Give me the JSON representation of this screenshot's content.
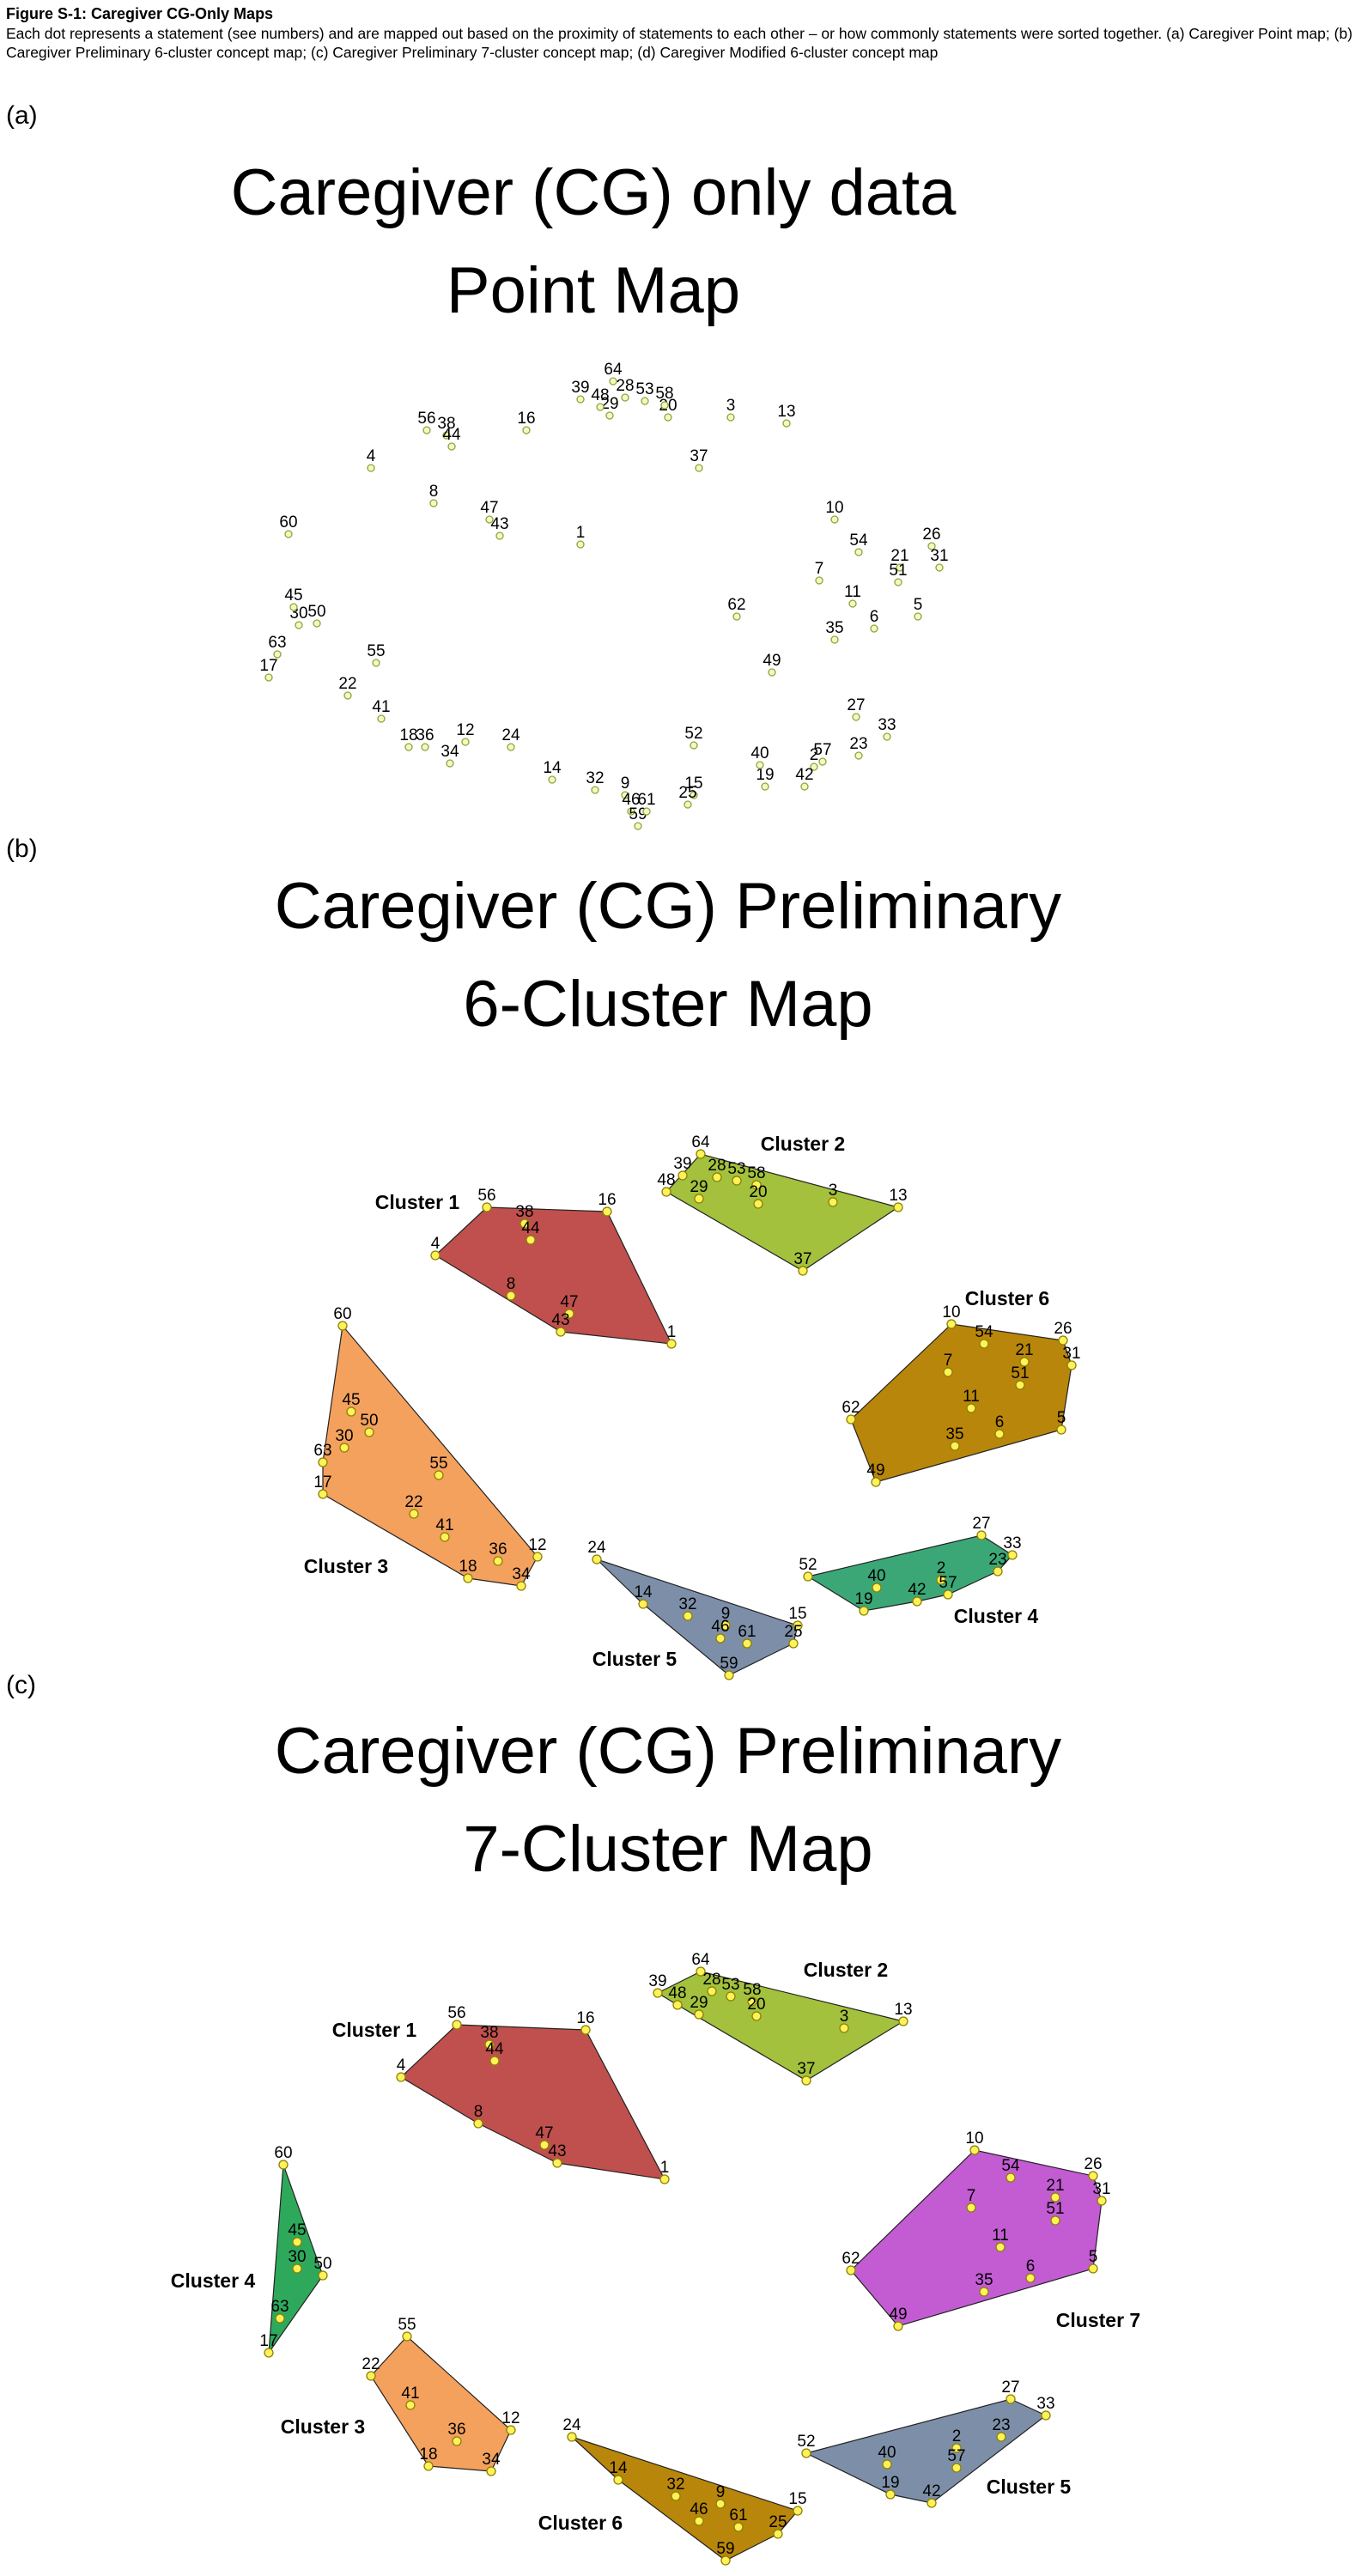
{
  "caption": {
    "title": "Figure S-1: Caregiver CG-Only Maps",
    "body": "Each dot represents a statement (see numbers) and are mapped out based on the proximity of statements to each other – or how commonly statements were sorted together. (a) Caregiver Point map; (b) Caregiver Preliminary 6-cluster concept map; (c) Caregiver Preliminary 7-cluster concept map; (d) Caregiver Modified 6-cluster concept map"
  },
  "panels": [
    {
      "label": "(a)",
      "title_line1": "Caregiver (CG) only data",
      "title_line2": "Point Map"
    },
    {
      "label": "(b)",
      "title_line1": "Caregiver (CG) Preliminary",
      "title_line2": "6-Cluster Map"
    },
    {
      "label": "(c)",
      "title_line1": "Caregiver (CG) Preliminary",
      "title_line2": "7-Cluster Map"
    }
  ],
  "chart_data": [
    {
      "type": "scatter",
      "name": "point-map",
      "title": "Caregiver (CG) only data Point Map",
      "dot_fill": "#F4F8C2",
      "dot_stroke": "#93A23B",
      "dot_radius": 4,
      "label_font_size": 19,
      "points": [
        [
          1,
          676,
          634
        ],
        [
          2,
          948,
          893
        ],
        [
          3,
          851,
          486
        ],
        [
          4,
          432,
          545
        ],
        [
          5,
          1069,
          718
        ],
        [
          6,
          1018,
          732
        ],
        [
          7,
          954,
          676
        ],
        [
          8,
          505,
          586
        ],
        [
          9,
          728,
          926
        ],
        [
          10,
          972,
          605
        ],
        [
          11,
          993,
          703
        ],
        [
          12,
          542,
          864
        ],
        [
          13,
          916,
          493
        ],
        [
          14,
          643,
          908
        ],
        [
          15,
          808,
          926
        ],
        [
          16,
          613,
          501
        ],
        [
          17,
          313,
          789
        ],
        [
          18,
          476,
          870
        ],
        [
          19,
          891,
          916
        ],
        [
          20,
          778,
          486
        ],
        [
          21,
          1048,
          661
        ],
        [
          22,
          405,
          810
        ],
        [
          23,
          1000,
          880
        ],
        [
          24,
          595,
          870
        ],
        [
          25,
          801,
          937
        ],
        [
          26,
          1085,
          636
        ],
        [
          27,
          997,
          835
        ],
        [
          28,
          728,
          463
        ],
        [
          29,
          710,
          484
        ],
        [
          30,
          348,
          728
        ],
        [
          31,
          1094,
          661
        ],
        [
          32,
          693,
          920
        ],
        [
          33,
          1033,
          858
        ],
        [
          34,
          524,
          889
        ],
        [
          35,
          972,
          745
        ],
        [
          36,
          495,
          870
        ],
        [
          37,
          814,
          545
        ],
        [
          38,
          520,
          507
        ],
        [
          39,
          676,
          465
        ],
        [
          40,
          885,
          891
        ],
        [
          41,
          444,
          837
        ],
        [
          42,
          937,
          916
        ],
        [
          43,
          582,
          624
        ],
        [
          44,
          526,
          520
        ],
        [
          45,
          342,
          707
        ],
        [
          46,
          735,
          945
        ],
        [
          47,
          570,
          605
        ],
        [
          48,
          699,
          474
        ],
        [
          49,
          899,
          783
        ],
        [
          50,
          369,
          726
        ],
        [
          51,
          1046,
          678
        ],
        [
          52,
          808,
          868
        ],
        [
          53,
          751,
          467
        ],
        [
          54,
          1000,
          643
        ],
        [
          55,
          438,
          772
        ],
        [
          56,
          497,
          501
        ],
        [
          57,
          958,
          887
        ],
        [
          58,
          774,
          472
        ],
        [
          59,
          743,
          962
        ],
        [
          60,
          336,
          622
        ],
        [
          61,
          753,
          945
        ],
        [
          62,
          858,
          718
        ],
        [
          63,
          323,
          762
        ],
        [
          64,
          714,
          444
        ]
      ]
    },
    {
      "type": "scatter",
      "name": "six-cluster-map",
      "title": "Caregiver (CG) Preliminary 6-Cluster Map",
      "dot_fill": "#FFF159",
      "dot_stroke": "#8A8000",
      "dot_radius": 5,
      "label_font_size": 19,
      "clusters": [
        {
          "label": "Cluster 1",
          "color": "#C0504D",
          "label_x": 486,
          "label_y": 1408,
          "points": [
            [
              56,
              567,
              1406
            ],
            [
              38,
              611,
              1425
            ],
            [
              44,
              618,
              1444
            ],
            [
              16,
              707,
              1411
            ],
            [
              4,
              507,
              1462
            ],
            [
              8,
              595,
              1509
            ],
            [
              47,
              663,
              1530
            ],
            [
              43,
              653,
              1551
            ],
            [
              1,
              782,
              1565
            ]
          ]
        },
        {
          "label": "Cluster 2",
          "color": "#A3C13C",
          "label_x": 935,
          "label_y": 1340,
          "points": [
            [
              64,
              816,
              1344
            ],
            [
              39,
              795,
              1369
            ],
            [
              28,
              835,
              1371
            ],
            [
              53,
              858,
              1375
            ],
            [
              58,
              881,
              1380
            ],
            [
              48,
              776,
              1388
            ],
            [
              29,
              814,
              1396
            ],
            [
              20,
              883,
              1402
            ],
            [
              3,
              970,
              1400
            ],
            [
              13,
              1046,
              1406
            ],
            [
              37,
              935,
              1480
            ]
          ]
        },
        {
          "label": "Cluster 3",
          "color": "#F4A15D",
          "label_x": 403,
          "label_y": 1832,
          "points": [
            [
              60,
              399,
              1544
            ],
            [
              45,
              409,
              1644
            ],
            [
              50,
              430,
              1668
            ],
            [
              30,
              401,
              1686
            ],
            [
              63,
              376,
              1703
            ],
            [
              55,
              511,
              1718
            ],
            [
              17,
              376,
              1740
            ],
            [
              22,
              482,
              1763
            ],
            [
              41,
              518,
              1790
            ],
            [
              36,
              580,
              1818
            ],
            [
              12,
              626,
              1813
            ],
            [
              18,
              545,
              1838
            ],
            [
              34,
              607,
              1847
            ]
          ]
        },
        {
          "label": "Cluster 4",
          "color": "#3BA777",
          "label_x": 1160,
          "label_y": 1890,
          "points": [
            [
              52,
              941,
              1836
            ],
            [
              27,
              1143,
              1788
            ],
            [
              33,
              1179,
              1811
            ],
            [
              40,
              1021,
              1849
            ],
            [
              2,
              1096,
              1840
            ],
            [
              23,
              1162,
              1830
            ],
            [
              57,
              1104,
              1857
            ],
            [
              42,
              1068,
              1865
            ],
            [
              19,
              1006,
              1876
            ]
          ]
        },
        {
          "label": "Cluster 5",
          "color": "#7D8FA8",
          "label_x": 739,
          "label_y": 1940,
          "points": [
            [
              24,
              695,
              1816
            ],
            [
              14,
              749,
              1868
            ],
            [
              32,
              801,
              1882
            ],
            [
              9,
              845,
              1893
            ],
            [
              15,
              929,
              1893
            ],
            [
              46,
              839,
              1908
            ],
            [
              61,
              870,
              1914
            ],
            [
              25,
              924,
              1914
            ],
            [
              59,
              849,
              1951
            ]
          ]
        },
        {
          "label": "Cluster 6",
          "color": "#B8860B",
          "label_x": 1173,
          "label_y": 1520,
          "points": [
            [
              10,
              1108,
              1542
            ],
            [
              54,
              1146,
              1565
            ],
            [
              21,
              1193,
              1586
            ],
            [
              26,
              1238,
              1561
            ],
            [
              31,
              1248,
              1590
            ],
            [
              51,
              1188,
              1613
            ],
            [
              7,
              1104,
              1598
            ],
            [
              11,
              1131,
              1640
            ],
            [
              62,
              991,
              1653
            ],
            [
              6,
              1164,
              1670
            ],
            [
              5,
              1236,
              1665
            ],
            [
              35,
              1112,
              1684
            ],
            [
              49,
              1020,
              1726
            ]
          ]
        }
      ]
    },
    {
      "type": "scatter",
      "name": "seven-cluster-map",
      "title": "Caregiver (CG) Preliminary 7-Cluster Map",
      "dot_fill": "#FFF159",
      "dot_stroke": "#8A8000",
      "dot_radius": 5,
      "label_font_size": 19,
      "clusters": [
        {
          "label": "Cluster 1",
          "color": "#C0504D",
          "label_x": 436,
          "label_y": 2372,
          "points": [
            [
              56,
              532,
              2358
            ],
            [
              38,
              570,
              2381
            ],
            [
              44,
              576,
              2400
            ],
            [
              16,
              682,
              2364
            ],
            [
              4,
              467,
              2419
            ],
            [
              8,
              557,
              2473
            ],
            [
              47,
              634,
              2498
            ],
            [
              43,
              649,
              2519
            ],
            [
              1,
              774,
              2538
            ]
          ]
        },
        {
          "label": "Cluster 2",
          "color": "#A3C13C",
          "label_x": 985,
          "label_y": 2302,
          "points": [
            [
              64,
              816,
              2296
            ],
            [
              39,
              766,
              2321
            ],
            [
              28,
              829,
              2319
            ],
            [
              48,
              789,
              2335
            ],
            [
              53,
              851,
              2325
            ],
            [
              58,
              876,
              2331
            ],
            [
              29,
              814,
              2346
            ],
            [
              20,
              881,
              2348
            ],
            [
              3,
              983,
              2362
            ],
            [
              13,
              1052,
              2354
            ],
            [
              37,
              939,
              2423
            ]
          ]
        },
        {
          "label": "Cluster 3",
          "color": "#F4A15D",
          "label_x": 376,
          "label_y": 2834,
          "points": [
            [
              55,
              474,
              2721
            ],
            [
              22,
              432,
              2767
            ],
            [
              41,
              478,
              2801
            ],
            [
              36,
              532,
              2843
            ],
            [
              12,
              595,
              2830
            ],
            [
              18,
              499,
              2872
            ],
            [
              34,
              572,
              2878
            ]
          ]
        },
        {
          "label": "Cluster 4",
          "color": "#2EA95C",
          "label_x": 248,
          "label_y": 2664,
          "points": [
            [
              60,
              330,
              2521
            ],
            [
              45,
              346,
              2611
            ],
            [
              30,
              346,
              2642
            ],
            [
              50,
              376,
              2650
            ],
            [
              63,
              326,
              2700
            ],
            [
              17,
              313,
              2740
            ]
          ]
        },
        {
          "label": "Cluster 5",
          "color": "#7D8FA8",
          "label_x": 1198,
          "label_y": 2904,
          "points": [
            [
              52,
              939,
              2857
            ],
            [
              27,
              1177,
              2794
            ],
            [
              33,
              1218,
              2813
            ],
            [
              40,
              1033,
              2870
            ],
            [
              2,
              1114,
              2851
            ],
            [
              23,
              1166,
              2838
            ],
            [
              57,
              1114,
              2874
            ],
            [
              19,
              1037,
              2905
            ],
            [
              42,
              1085,
              2915
            ]
          ]
        },
        {
          "label": "Cluster 6",
          "color": "#B8860B",
          "label_x": 676,
          "label_y": 2946,
          "points": [
            [
              24,
              666,
              2838
            ],
            [
              14,
              720,
              2888
            ],
            [
              32,
              787,
              2907
            ],
            [
              9,
              839,
              2916
            ],
            [
              15,
              929,
              2924
            ],
            [
              46,
              814,
              2936
            ],
            [
              61,
              860,
              2943
            ],
            [
              25,
              906,
              2951
            ],
            [
              59,
              845,
              2982
            ]
          ]
        },
        {
          "label": "Cluster 7",
          "color": "#C35BD3",
          "label_x": 1279,
          "label_y": 2710,
          "points": [
            [
              10,
              1135,
              2504
            ],
            [
              54,
              1177,
              2536
            ],
            [
              21,
              1229,
              2559
            ],
            [
              26,
              1273,
              2534
            ],
            [
              31,
              1283,
              2563
            ],
            [
              51,
              1229,
              2586
            ],
            [
              7,
              1131,
              2571
            ],
            [
              11,
              1165,
              2617
            ],
            [
              62,
              991,
              2644
            ],
            [
              6,
              1200,
              2653
            ],
            [
              5,
              1273,
              2642
            ],
            [
              35,
              1146,
              2669
            ],
            [
              49,
              1046,
              2709
            ]
          ]
        }
      ]
    }
  ]
}
